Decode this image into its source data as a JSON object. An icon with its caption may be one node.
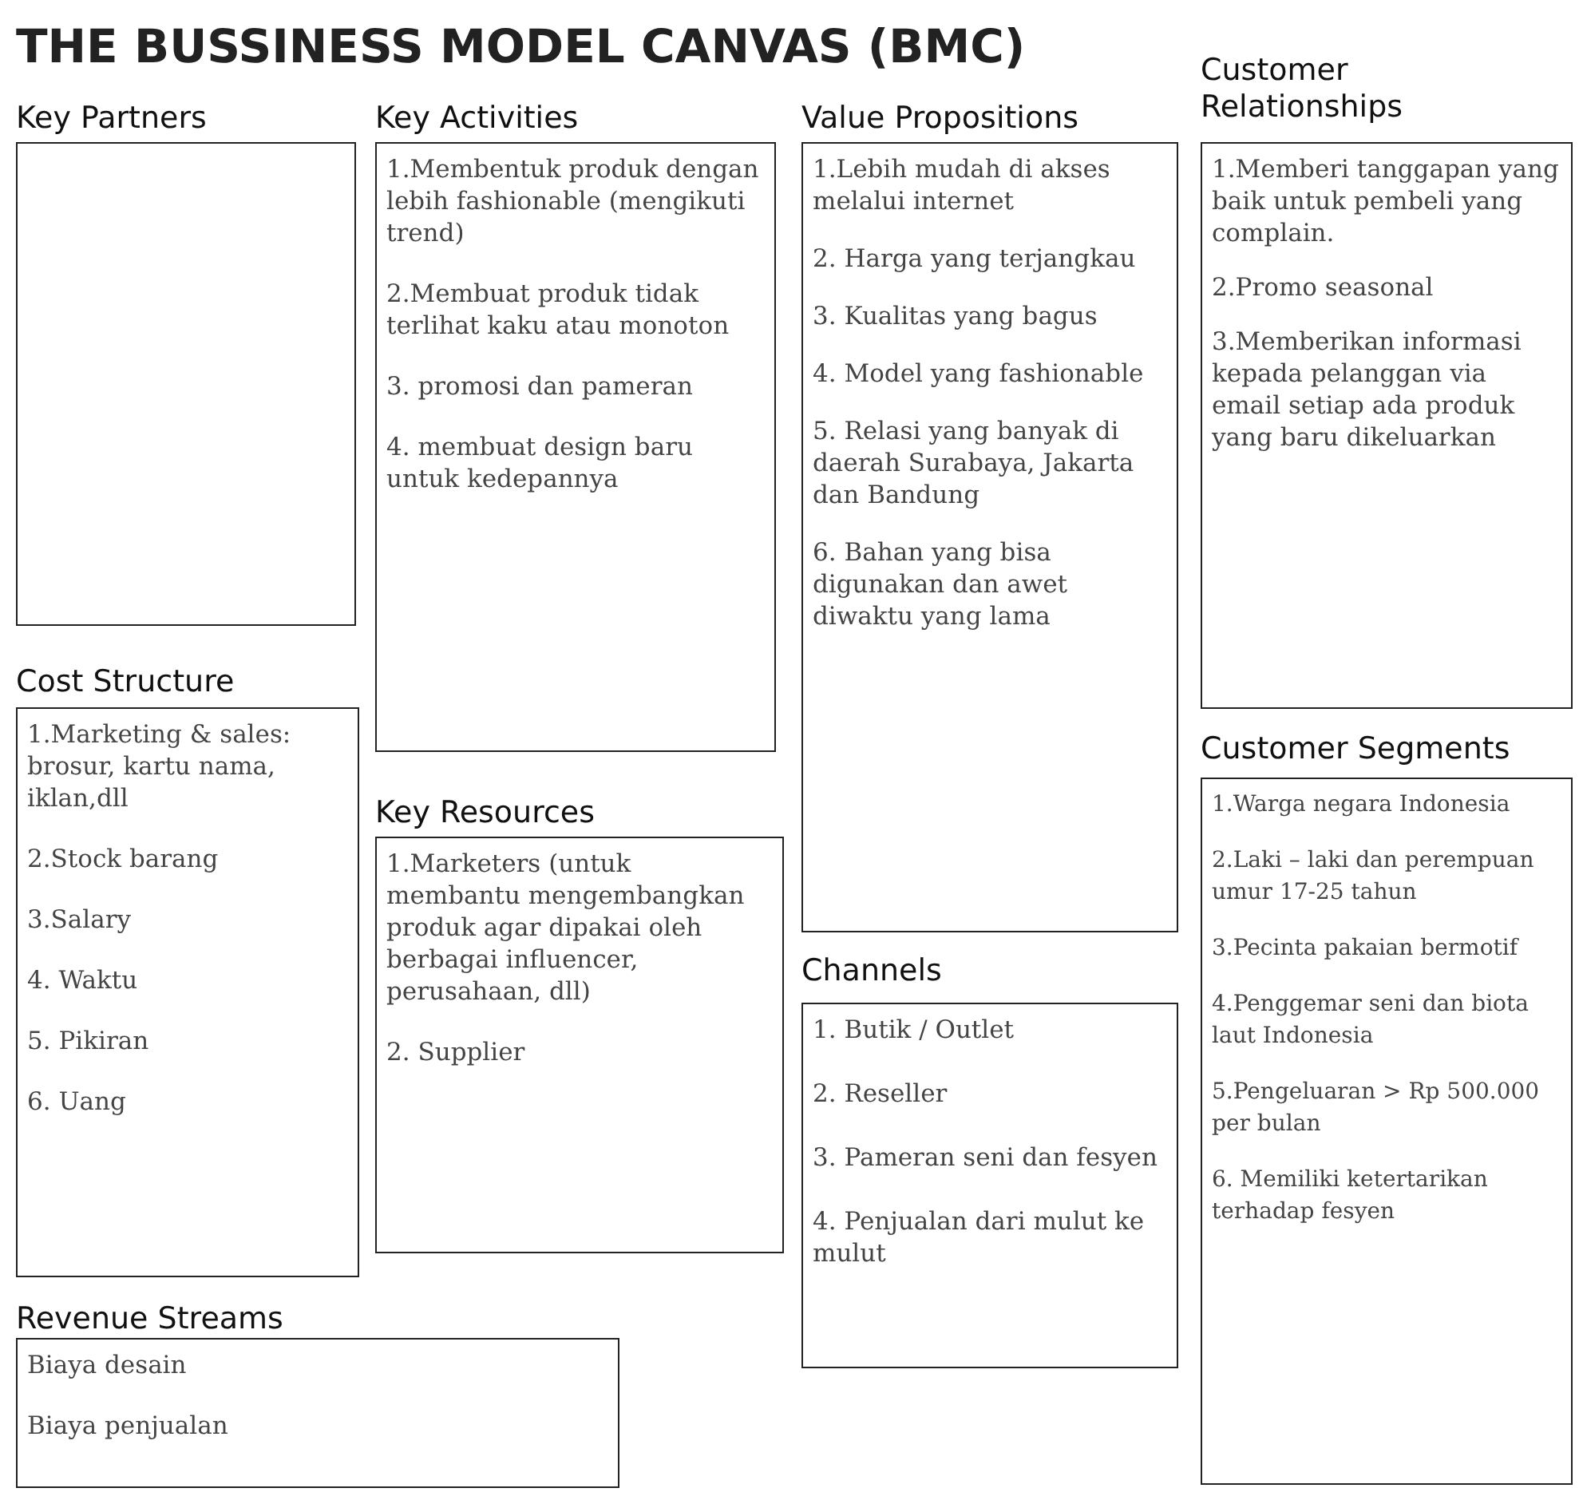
{
  "diagram": {
    "title": "THE BUSSINESS MODEL CANVAS (BMC)",
    "nodes": [
      {
        "text": [
          "Key Partners"
        ]
      },
      {
        "text": [
          "Key Activities",
          "1.Membentuk produk dengan lebih fashionable (mengikuti trend)",
          "2.Membuat produk tidak terlihat kaku atau monoton",
          "3. promosi dan pameran",
          "4. membuat design baru untuk kedepannya"
        ]
      },
      {
        "text": [
          "Value Propositions",
          "1.Lebih mudah di akses melalui internet",
          "2. Harga yang terjangkau",
          "3. Kualitas yang bagus",
          "4. Model yang fashionable",
          "5. Relasi yang banyak di daerah Surabaya, Jakarta dan Bandung",
          "6. Bahan yang bisa digunakan dan awet diwaktu yang lama"
        ]
      },
      {
        "text": [
          "Customer Relationships",
          "1.Memberi tanggapan yang baik untuk pembeli yang complain.",
          "2.Promo seasonal",
          "3.Memberikan informasi kepada pelanggan via email setiap ada produk yang baru dikeluarkan"
        ]
      },
      {
        "text": [
          "Cost Structure",
          "1.Marketing & sales: brosur, kartu nama, iklan,dll",
          "2.Stock barang",
          "3.Salary",
          "4. Waktu",
          "5. Pikiran",
          "6. Uang"
        ]
      },
      {
        "text": [
          "Key Resources",
          "1.Marketers (untuk membantu mengembangkan produk agar dipakai oleh berbagai influencer, perusahaan, dll)",
          "2. Supplier"
        ]
      },
      {
        "text": [
          "Customer Segments",
          "1.Warga negara Indonesia",
          "2.Laki – laki dan perempuan umur 17-25 tahun",
          "3.Pecinta pakaian bermotif",
          "4.Penggemar seni dan biota laut Indonesia",
          "5.Pengeluaran > Rp 500.000 per bulan",
          "6. Memiliki ketertarikan terhadap fesyen"
        ]
      },
      {
        "text": [
          "Channels",
          "1. Butik / Outlet",
          "2. Reseller",
          "3. Pameran seni dan fesyen",
          "4. Penjualan dari mulut ke mulut"
        ]
      },
      {
        "text": [
          "Revenue Streams",
          "Biaya desain",
          "Biaya penjualan"
        ]
      }
    ],
    "edges": []
  }
}
